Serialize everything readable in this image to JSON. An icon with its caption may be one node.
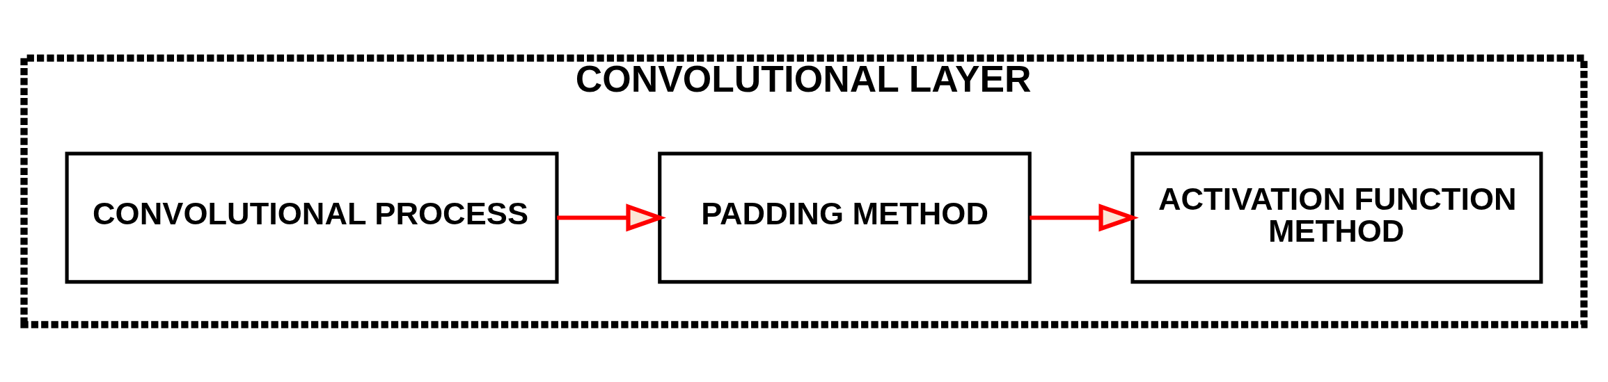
{
  "diagram": {
    "nodes": [
      {
        "text": [
          "CONVOLUTIONAL LAYER"
        ]
      },
      {
        "text": [
          "CONVOLUTIONAL PROCESS"
        ],
        "in": 0
      },
      {
        "text": [
          "PADDING METHOD"
        ],
        "in": 0
      },
      {
        "text": [
          "ACTIVATION FUNCTION METHOD"
        ],
        "in": 0
      }
    ],
    "edges": [
      {
        "from": 1,
        "to": 2,
        "arrow": "to"
      },
      {
        "from": 2,
        "to": 3,
        "arrow": "to"
      }
    ]
  }
}
